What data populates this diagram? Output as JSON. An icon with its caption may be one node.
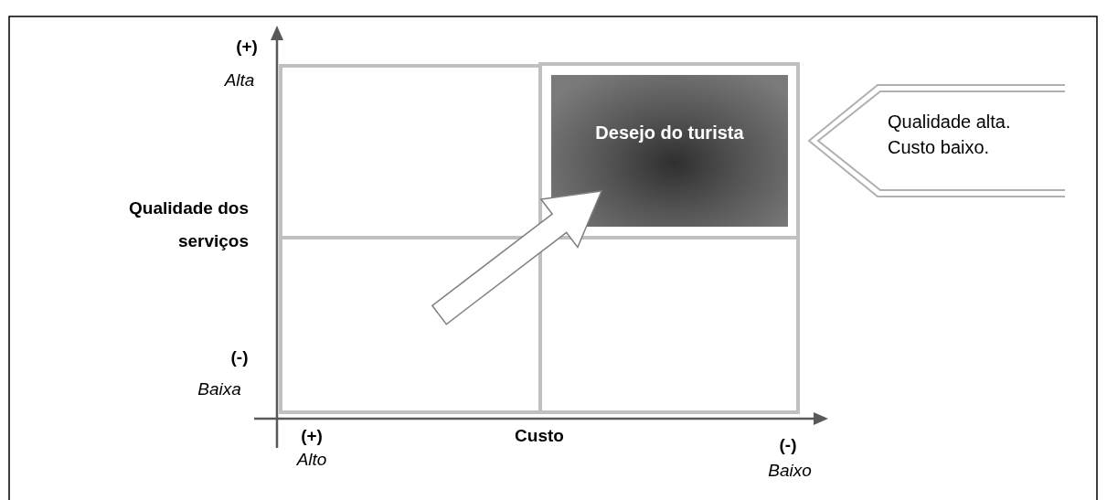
{
  "diagram": {
    "nodes": [
      {
        "text": [],
        "shape": "box"
      },
      {
        "text": [],
        "shape": "box"
      },
      {
        "text": [
          "Desejo do turista"
        ],
        "in": 1
      },
      {
        "text": [],
        "shape": "box"
      },
      {
        "text": [],
        "shape": "box"
      },
      {
        "text": [
          "Qualidade alta. Custo baixo."
        ]
      }
    ],
    "edges": [
      {
        "from": 3,
        "to": 2,
        "arrow": "to"
      }
    ],
    "labels": [
      "(+)",
      "Alta",
      "Qualidade dos serviços",
      "(-)",
      "Baixa",
      "(+)",
      "Alto",
      "Custo",
      "(-)",
      "Baixo"
    ]
  }
}
